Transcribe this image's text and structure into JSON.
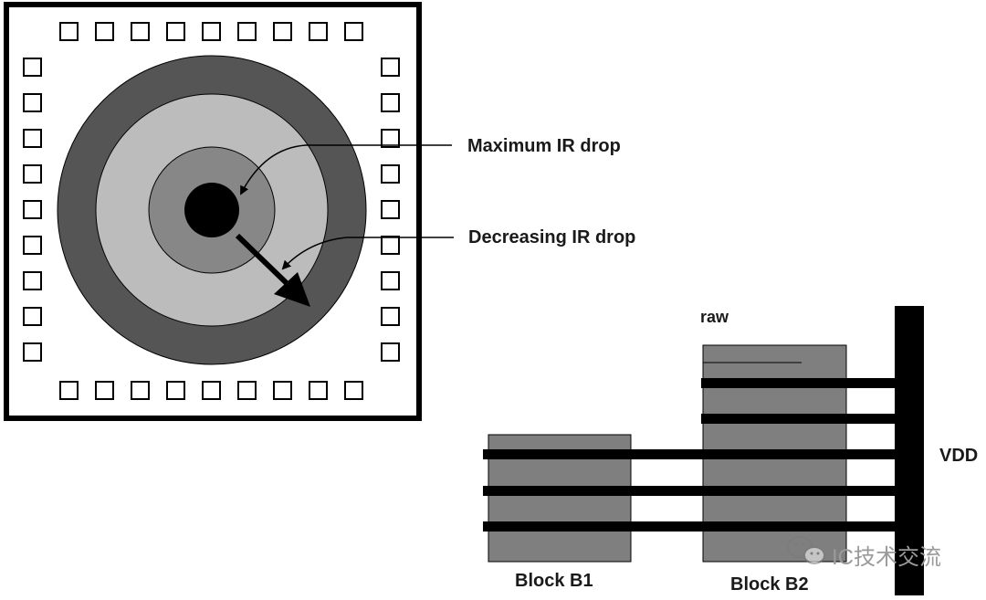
{
  "die_diagram": {
    "max_label": "Maximum IR drop",
    "decreasing_label": "Decreasing IR drop",
    "pads_top": 9,
    "pads_bottom": 9,
    "pads_left": 9,
    "pads_right": 9,
    "colors": {
      "outer_ring": "#555555",
      "middle_ring": "#bcbcbc",
      "inner_ring": "#878787",
      "center": "#000000",
      "frame": "#000000"
    }
  },
  "block_diagram": {
    "stray_label": "raw",
    "block1_label": "Block B1",
    "block2_label": "Block B2",
    "vdd_label": "VDD",
    "colors": {
      "block_fill": "#7f7f7f",
      "rail": "#000000"
    }
  },
  "watermark": {
    "icon": "wechat-icon",
    "text": "IC技术交流"
  }
}
